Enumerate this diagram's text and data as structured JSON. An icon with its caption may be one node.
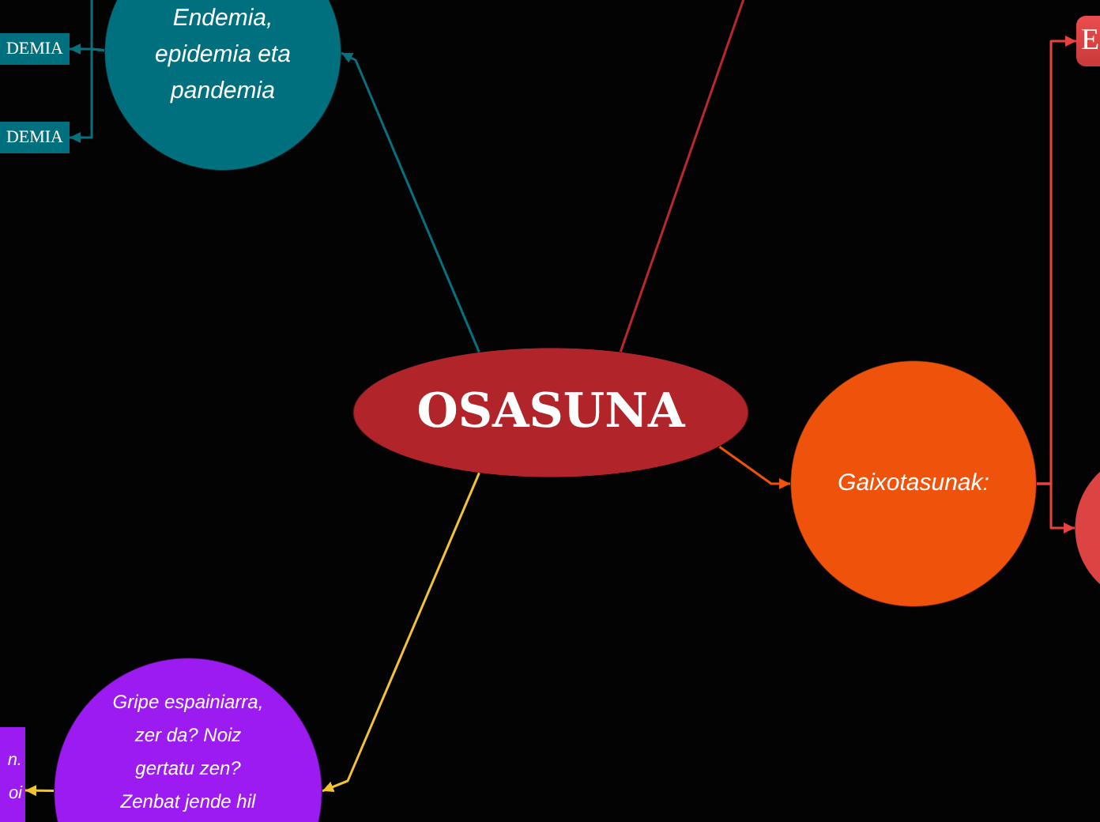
{
  "diagram": {
    "nodes": [
      {
        "text": [
          "Endemia, epidemia eta pandemia"
        ]
      },
      {
        "text": [
          "DEMIA"
        ]
      },
      {
        "text": [
          "DEMIA"
        ]
      },
      {
        "text": [
          "E"
        ]
      },
      {
        "text": [
          "OSASUNA"
        ]
      },
      {
        "text": [
          "Gaixotasunak:"
        ]
      },
      {
        "text": [],
        "shape": "ellipse"
      },
      {
        "text": [
          "Gripe espainiarra, zer da? Noiz gertatu zen? Zenbat jende hil"
        ]
      },
      {
        "text": [
          "n. oi"
        ]
      }
    ],
    "edges": [
      {
        "from": 4,
        "to": 0,
        "arrow": "to",
        "color": "#05707e"
      },
      {
        "from": 4,
        "to": null,
        "arrow": "none",
        "color": "#b8282c"
      },
      {
        "from": 4,
        "to": 5,
        "arrow": "to",
        "color": "#f0520a"
      },
      {
        "from": 4,
        "to": 7,
        "arrow": "to",
        "color": "#f4c430"
      },
      {
        "from": 0,
        "to": 1,
        "arrow": "to",
        "color": "#05707e"
      },
      {
        "from": 0,
        "to": 2,
        "arrow": "to",
        "color": "#05707e"
      },
      {
        "from": 0,
        "to": null,
        "arrow": "none",
        "color": "#05707e"
      },
      {
        "from": 5,
        "to": 3,
        "arrow": "to",
        "color": "#e8423f"
      },
      {
        "from": 5,
        "to": 6,
        "arrow": "to",
        "color": "#e8423f"
      },
      {
        "from": 7,
        "to": 8,
        "arrow": "to",
        "color": "#f4c430"
      }
    ]
  }
}
